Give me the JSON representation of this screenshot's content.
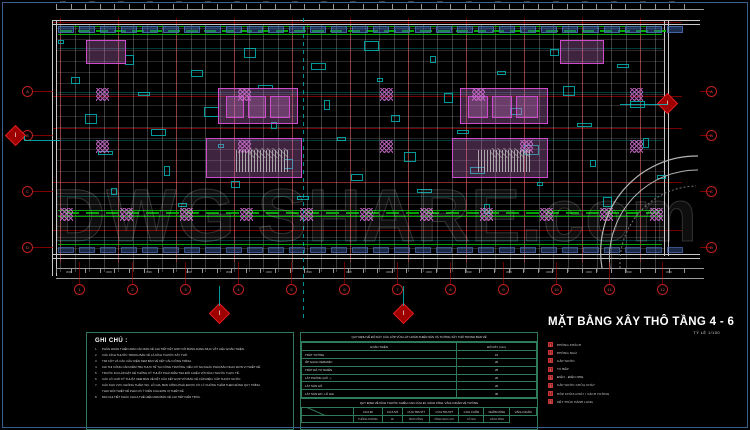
{
  "drawing": {
    "title": "MẶT BẰNG XÂY THÔ TẦNG 4 - 6",
    "scale": "TỶ LỆ   1/100",
    "watermark": "DWG SHARE.com",
    "background_color": "#000000",
    "grid_bubbles_left": [
      "A",
      "B",
      "C",
      "D"
    ],
    "grid_bubbles_bottom": [
      "1",
      "2",
      "3",
      "4",
      "5",
      "6",
      "7",
      "8",
      "9",
      "10",
      "11",
      "12"
    ],
    "section_markers": [
      "I",
      "I"
    ],
    "layer_colors": {
      "walls_red": "#d40000",
      "dimension_green": "#00c000",
      "furniture_cyan": "#00c8c8",
      "rooms_magenta": "#c000c0",
      "text_white": "#c8c8c8",
      "column_blue": "#3a5fa8",
      "frame_blue": "#3a5f8f"
    }
  },
  "notes": {
    "heading": "GHI CHÚ :",
    "items": [
      {
        "n": "1",
        "text": "PHẦN HOÀN THIỆN XEM CÁC BẢN VẼ CHI TIẾT KẾT HỢP VỚI BẢNG DANH MỤC VẬT LIỆU HOÀN THIỆN."
      },
      {
        "n": "2",
        "text": "CÁC KÍCH THƯỚC TRONG BẢN VẼ LÀ KÍCH THƯỚC XÂY THÔ."
      },
      {
        "n": "3",
        "text": "TIM CỘT VÀ CÁC CẤU KIỆN XEM BẢN VẼ KẾT CẤU CÔNG TRÌNH."
      },
      {
        "n": "4",
        "text": "KHI THI CÔNG CẦN KIỂM TRA THỰC TẾ TẠI CÔNG TRƯỜNG, NẾU CÓ SAI KHÁC PHẢI BÁO NGAY ĐƠN VỊ THIẾT KẾ."
      },
      {
        "n": "5",
        "text": "TRƯỚC KHI LẮP ĐẶT HỆ THỐNG KỸ THUẬT PHẢI KIỂM TRA ĐỐI CHIẾU VỚI KÍCH THƯỚC THỰC TẾ."
      },
      {
        "n": "6",
        "text": "CÁC LỖ CHỜ KỸ THUẬT XEM BẢN VẼ KẾT CẤU KẾT HỢP VỚI BẢN VẼ CẤP ĐIỆN, CẤP THOÁT NƯỚC."
      },
      {
        "n": "7",
        "text": "CÁC KHU VỰC CHỐNG THẤM: WC, LÔ GIA, BAN CÔNG PHẢI ĐƯỢC XỬ LÝ CHỐNG THẤM THEO ĐÚNG QUY TRÌNH."
      },
      {
        "n": "",
        "text": "THAY ĐỔI THIẾT KẾ PHẢI CÓ Ý KIẾN CỦA ĐƠN VỊ THIẾT KẾ."
      },
      {
        "n": "8",
        "text": "MỌI CHI TIẾT KHÁC CHƯA THỂ HIỆN XEM BẢN VẼ CHI TIẾT KIẾN TRÚC."
      }
    ]
  },
  "spec_table": {
    "caption": "QUY ĐỊNH VỀ ĐỘ DÀY CÁC LỚP VỮA LÁT HOÀN THIỆN SÀN VÀ TƯỜNG XÂY THÔ TRONG BẢN VẼ",
    "columns": [
      "HOÀN THIỆN",
      "ĐỘ DÀY (mm)"
    ],
    "rows": [
      {
        "item": "TRÁT TƯỜNG",
        "value": "15"
      },
      {
        "item": "ỐP GẠCH CERAMIC",
        "value": "20"
      },
      {
        "item": "TRÁT ĐÁ TỰ NHIÊN",
        "value": "25"
      },
      {
        "item": "LÁT PHÒNG (GỖ...)",
        "value": "20"
      },
      {
        "item": "LÁT SÀN GỖ",
        "value": "20"
      },
      {
        "item": "LÁT SÀN WC, LÔ GIA",
        "value": "30"
      }
    ],
    "caption2": "QUY ĐỊNH VỀ KÍCH THƯỚC CHIỀU CAO CỬA ĐI, VÁCH KÍNH, VÁCH NGĂN VỆ TƯỜNG",
    "sub_columns": [
      "CỬA ĐI",
      "CỬA SỔ",
      "CỬA TRƯỢT",
      "CỬA TRƯỢT",
      "CỬA CUỐN",
      "NHÔM KÍNH",
      "VÁCH NGĂN"
    ],
    "sub_values": [
      "THÔNG PHÒNG",
      "ĐI",
      "BAN CÔNG",
      "KÍNH CHỊU LỰC",
      "LÔ GIA",
      "VÁCH KÍNH"
    ]
  },
  "legend": {
    "items": [
      {
        "n": "1",
        "label": "PHÒNG KHÁCH"
      },
      {
        "n": "2",
        "label": "PHÒNG NGỦ"
      },
      {
        "n": "3",
        "label": "CẤP NƯỚC"
      },
      {
        "n": "4",
        "label": "TỦ BẾP"
      },
      {
        "n": "5",
        "label": "ĐIỆN - ĐIỆN NHẸ"
      },
      {
        "n": "6",
        "label": "CẤP NƯỚC CHỮA CHÁY"
      },
      {
        "n": "7",
        "label": "HỘP CHỮA CHÁY / VÁCH TƯỜNG"
      },
      {
        "n": "8",
        "label": "KẾT THÚC HÀNH LANG"
      }
    ]
  }
}
